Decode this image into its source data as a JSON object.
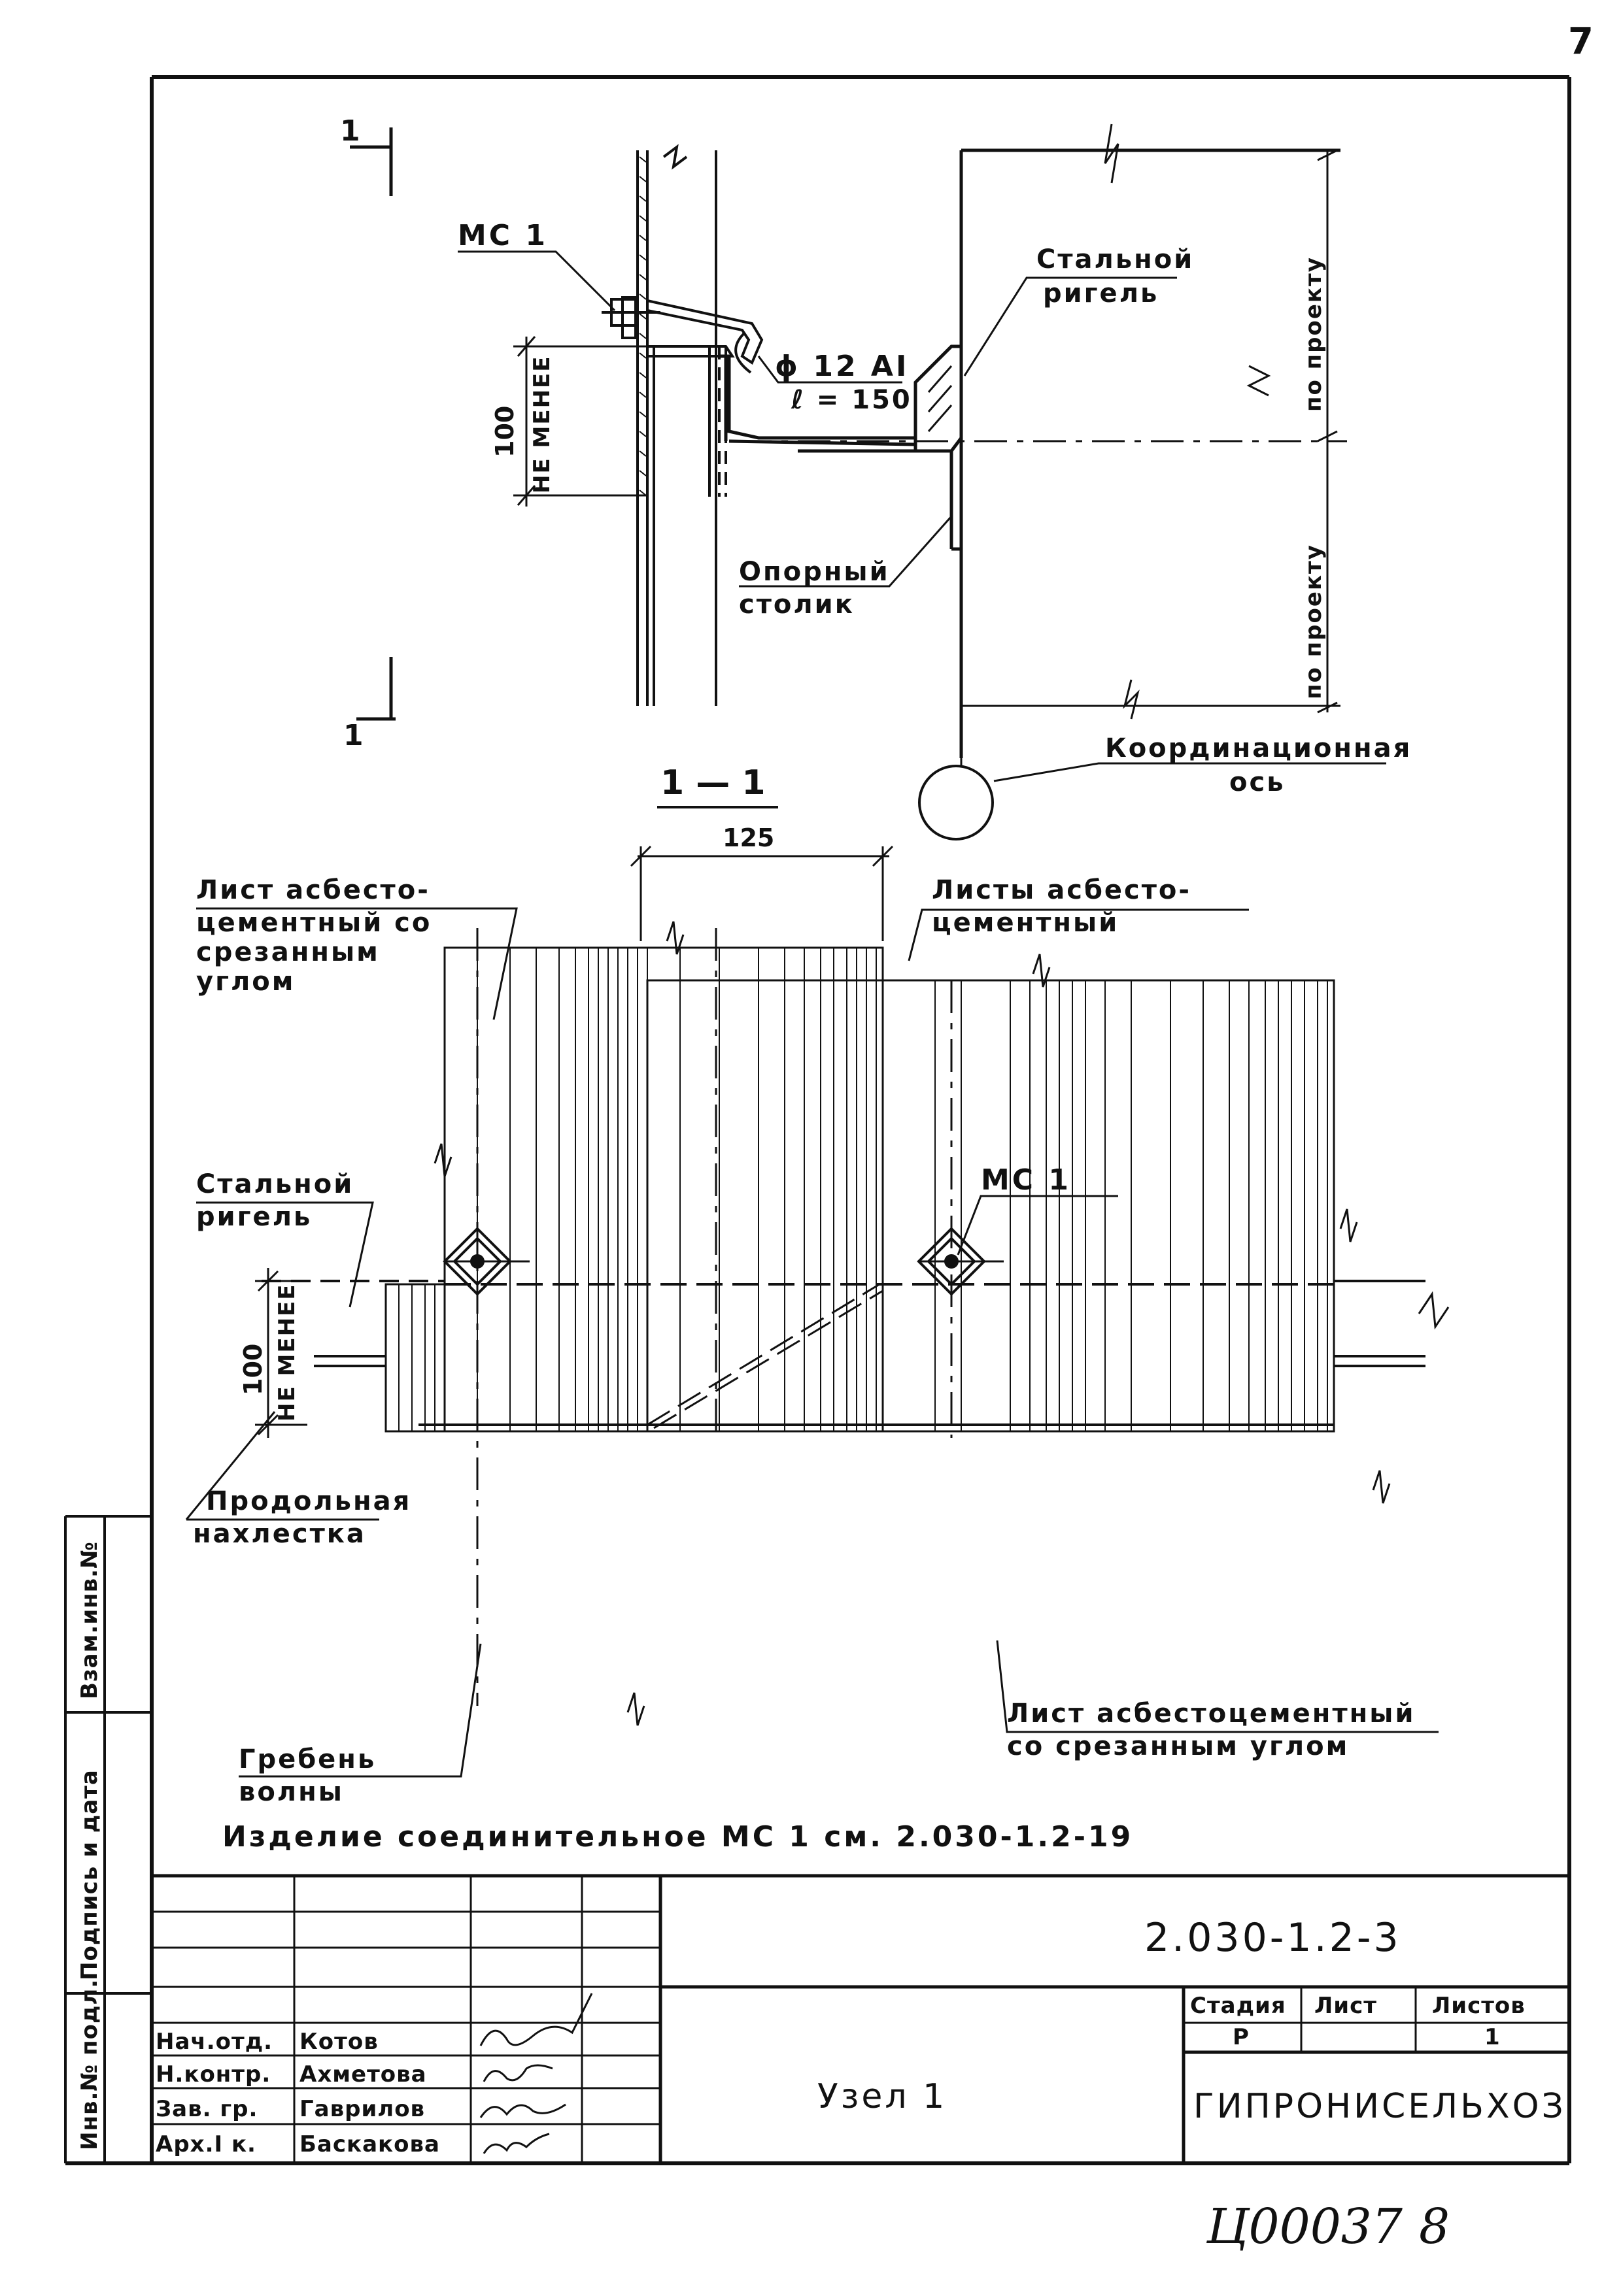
{
  "page_number": "7",
  "stamp": {
    "code": "Ц00037",
    "number": "8"
  },
  "section_mark": "1",
  "section_title": "1 — 1",
  "top_view": {
    "ms_label": "МС 1",
    "dim_min": "100",
    "dim_min_note": "НЕ МЕНЕЕ",
    "rod_diameter": "ϕ 12 АI",
    "rod_length": "ℓ = 150",
    "steel_girder": [
      "Стальной",
      "ригель"
    ],
    "support": [
      "Опорный",
      "столик"
    ],
    "per_project_top": "по проекту",
    "per_project_bottom": "по проекту",
    "axis": [
      "Координационная",
      "ось"
    ]
  },
  "plan_view": {
    "dim_125": "125",
    "sheet_cut_left": [
      "Лист асбесто-",
      "цементный со",
      "срезанным",
      "углом"
    ],
    "sheets_right": [
      "Листы асбесто-",
      "цементный"
    ],
    "steel_girder": [
      "Стальной",
      "ригель"
    ],
    "ms_label": "МС 1",
    "dim_min": "100",
    "dim_min_note": "НЕ МЕНЕЕ",
    "overlap": [
      "Продольная",
      "нахлестка"
    ],
    "crest": [
      "Гребень",
      "волны"
    ],
    "sheet_cut_bottom": [
      "Лист асбестоцементный",
      "со срезанным углом"
    ]
  },
  "note": "Изделие соединительное МС 1 см. 2.030-1.2-19",
  "side_stamp": [
    "Инв.№ подл.",
    "Подпись и дата",
    "Взам.инв.№"
  ],
  "title_block": {
    "doc_code": "2.030-1.2-3",
    "title": "Узел 1",
    "org": "ГИПРОНИСЕЛЬХОЗ",
    "stage_header": "Стадия",
    "sheet_header": "Лист",
    "sheets_header": "Листов",
    "stage": "Р",
    "sheets": "1",
    "people": [
      {
        "role": "Нач.отд.",
        "name": "Котов"
      },
      {
        "role": "Н.контр.",
        "name": "Ахметова"
      },
      {
        "role": "Зав. гр.",
        "name": "Гаврилов"
      },
      {
        "role": "Арх.I к.",
        "name": "Баскакова"
      }
    ]
  }
}
